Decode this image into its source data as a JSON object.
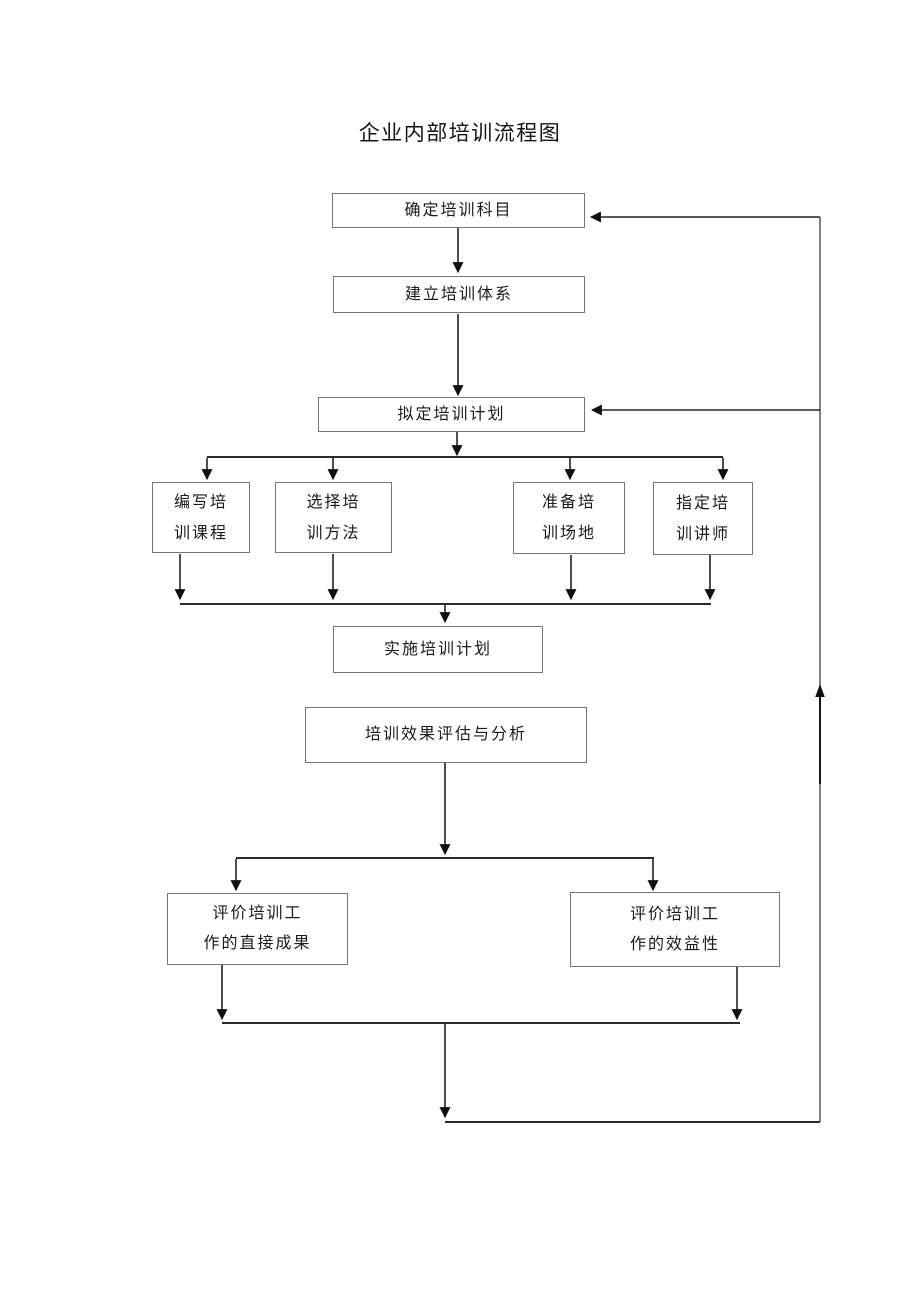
{
  "title": "企业内部培训流程图",
  "colors": {
    "background": "#ffffff",
    "box_border": "#767676",
    "line": "#232323",
    "text": "#1a1a1a"
  },
  "flowchart": {
    "nodes": [
      {
        "id": "define-subjects",
        "label": "确定培训科目"
      },
      {
        "id": "build-system",
        "label": "建立培训体系"
      },
      {
        "id": "draft-plan",
        "label": "拟定培训计划"
      },
      {
        "id": "write-courses",
        "label": "编写培\n训课程"
      },
      {
        "id": "choose-methods",
        "label": "选择培\n训方法"
      },
      {
        "id": "prepare-venue",
        "label": "准备培\n训场地"
      },
      {
        "id": "assign-trainers",
        "label": "指定培\n训讲师"
      },
      {
        "id": "implement-plan",
        "label": "实施培训计划"
      },
      {
        "id": "evaluate-analyze",
        "label": "培训效果评估与分析"
      },
      {
        "id": "evaluate-direct-results",
        "label": "评价培训工\n作的直接成果"
      },
      {
        "id": "evaluate-effectiveness",
        "label": "评价培训工\n作的效益性"
      }
    ]
  }
}
